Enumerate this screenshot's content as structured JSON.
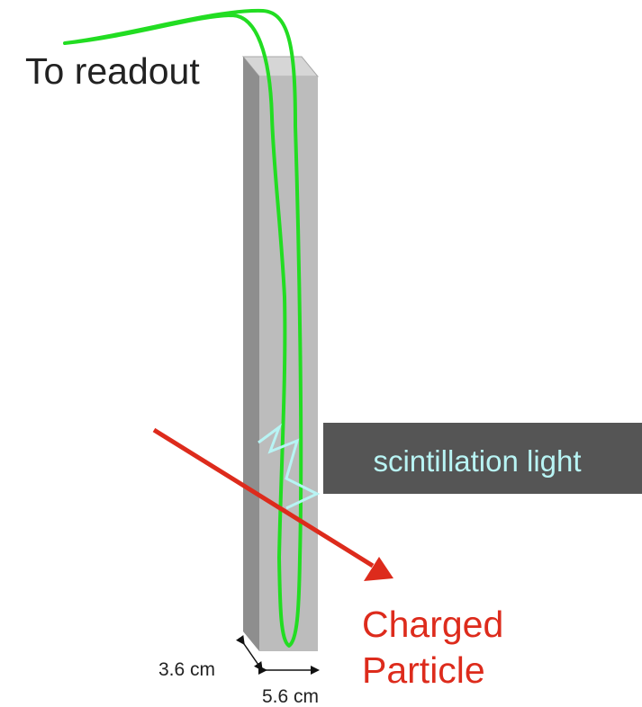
{
  "labels": {
    "readout": "To readout",
    "scintillation": "scintillation light",
    "particle_line1": "Charged",
    "particle_line2": "Particle",
    "depth_dim": "3.6 cm",
    "width_dim": "5.6 cm"
  },
  "colors": {
    "bar_front": "#bcbcbc",
    "bar_side": "#8e8e8e",
    "bar_top": "#d6d6d6",
    "fiber": "#22dd22",
    "particle": "#dd2b1c",
    "light": "#b8f4f4",
    "callout_bg": "#555555",
    "callout_text": "#b8f4f4",
    "text": "#222222"
  }
}
